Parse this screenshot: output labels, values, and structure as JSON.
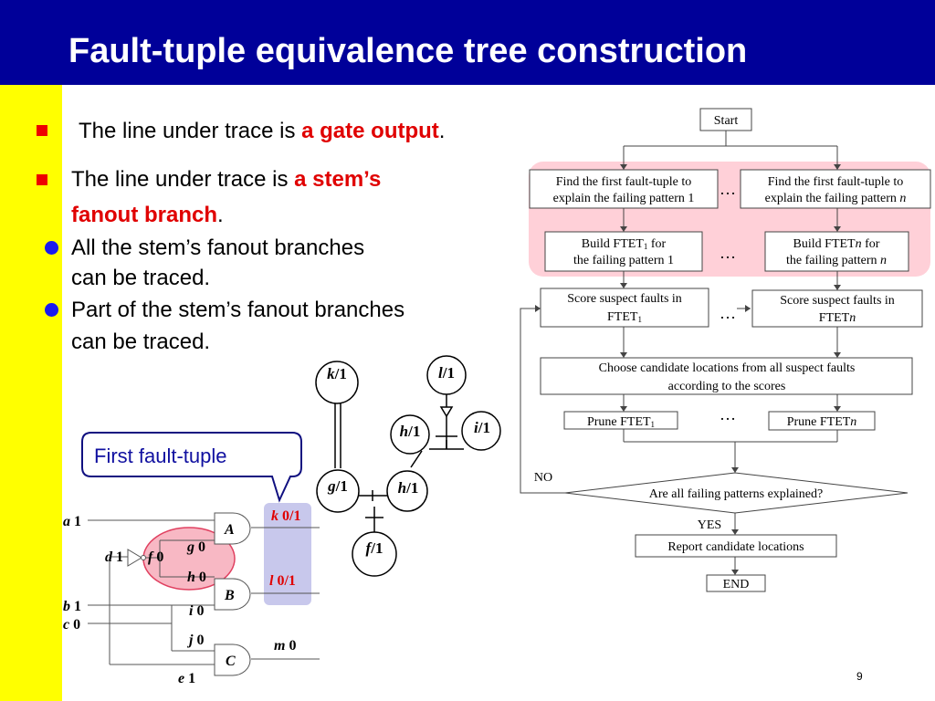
{
  "slide": {
    "title": "Fault-tuple equivalence tree construction",
    "page_number": "9"
  },
  "bullets": {
    "b1": {
      "pre": "The line under trace is ",
      "em": "a gate output",
      "post": "."
    },
    "b2": {
      "pre": "The line under trace is ",
      "em1": "a stem’s",
      "em2": "fanout branch",
      "post": "."
    },
    "sub1": {
      "line1": "All the stem’s fanout branches",
      "line2": "can be traced."
    },
    "sub2": {
      "line1": "Part of the stem’s fanout branches",
      "line2": "can be traced."
    }
  },
  "callout": {
    "text": "First fault-tuple"
  },
  "circuit": {
    "a": "a",
    "a_val": "1",
    "d": "d",
    "d_val": "1",
    "f": "f",
    "f_val": "0",
    "g": "g",
    "g_val": "0",
    "h": "h",
    "h_val": "0",
    "b": "b",
    "b_val": "1",
    "c": "c",
    "c_val": "0",
    "i": "i",
    "i_val": "0",
    "j": "j",
    "j_val": "0",
    "e": "e",
    "e_val": "1",
    "gate_A": "A",
    "gate_B": "B",
    "gate_C": "C",
    "k": "k",
    "k_val": "0/1",
    "l": "l",
    "l_val": "0/1",
    "m": "m",
    "m_val": "0"
  },
  "tree": {
    "k": "k",
    "k_val": "/1",
    "l": "l",
    "l_val": "/1",
    "h_top": "h",
    "h_top_val": "/1",
    "i": "i",
    "i_val": "/1",
    "g": "g",
    "g_val": "/1",
    "h_bot": "h",
    "h_bot_val": "/1",
    "f": "f",
    "f_val": "/1"
  },
  "flow": {
    "start": "Start",
    "find1_l1": "Find the first fault-tuple to",
    "find1_l2": "explain the failing pattern 1",
    "findn_l1": "Find the first fault-tuple to",
    "findn_l2": "explain the failing pattern ",
    "findn_var": "n",
    "build1_l1": "Build FTET",
    "build1_sub": "1",
    "build1_l1b": " for",
    "build1_l2": "the failing pattern 1",
    "buildn_l1": "Build FTET",
    "buildn_var": "n",
    "buildn_l1b": " for",
    "buildn_l2": "the failing pattern ",
    "buildn_var2": "n",
    "score1_l1": "Score suspect faults in",
    "score1_l2": "FTET",
    "score1_sub": "1",
    "scoren_l1": "Score suspect faults in",
    "scoren_l2": "FTET",
    "scoren_var": "n",
    "choose_l1": "Choose candidate locations from all suspect faults",
    "choose_l2": "according to the scores",
    "prune1": "Prune FTET",
    "prune1_sub": "1",
    "prunen": "Prune FTET",
    "prunen_var": "n",
    "ellipsis": "…",
    "decision": "Are all failing patterns explained?",
    "no": "NO",
    "yes": "YES",
    "report": "Report candidate locations",
    "end": "END"
  },
  "colors": {
    "title_bg": "#000099",
    "side_strip": "#ffff00",
    "emphasis": "#e00000",
    "sub_bullet": "#1a1aee",
    "highlight_pink": "#ffd0d8",
    "fault_ellipse": "#f8b8c4",
    "output_box": "#c8c8ec"
  }
}
